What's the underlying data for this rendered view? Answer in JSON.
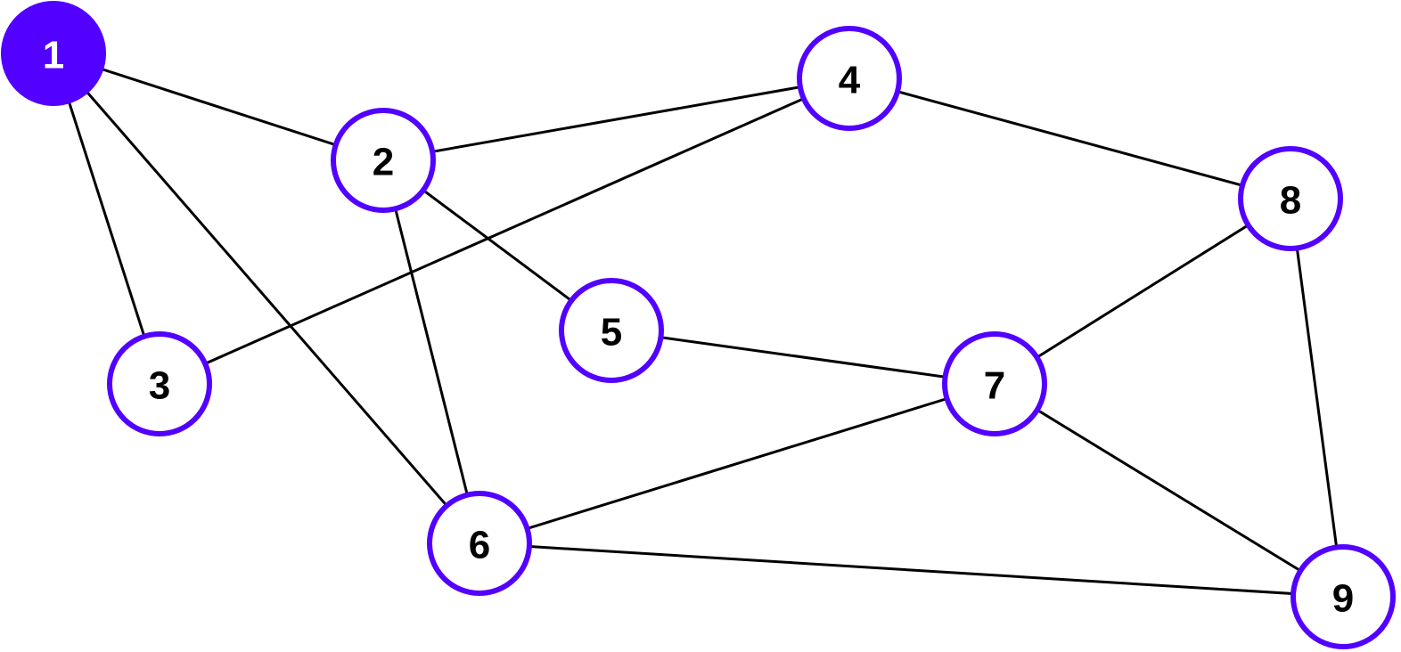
{
  "graph": {
    "colors": {
      "accent": "#5200ff",
      "edge": "#000000",
      "node_fill": "#ffffff",
      "label_default": "#000000",
      "label_selected": "#ffffff"
    },
    "nodes": [
      {
        "id": "1",
        "label": "1",
        "selected": true
      },
      {
        "id": "2",
        "label": "2",
        "selected": false
      },
      {
        "id": "3",
        "label": "3",
        "selected": false
      },
      {
        "id": "4",
        "label": "4",
        "selected": false
      },
      {
        "id": "5",
        "label": "5",
        "selected": false
      },
      {
        "id": "6",
        "label": "6",
        "selected": false
      },
      {
        "id": "7",
        "label": "7",
        "selected": false
      },
      {
        "id": "8",
        "label": "8",
        "selected": false
      },
      {
        "id": "9",
        "label": "9",
        "selected": false
      }
    ],
    "edges": [
      [
        "1",
        "2"
      ],
      [
        "1",
        "3"
      ],
      [
        "1",
        "6"
      ],
      [
        "2",
        "4"
      ],
      [
        "2",
        "5"
      ],
      [
        "2",
        "6"
      ],
      [
        "3",
        "4"
      ],
      [
        "4",
        "8"
      ],
      [
        "5",
        "7"
      ],
      [
        "6",
        "7"
      ],
      [
        "6",
        "9"
      ],
      [
        "7",
        "8"
      ],
      [
        "7",
        "9"
      ],
      [
        "8",
        "9"
      ]
    ]
  }
}
